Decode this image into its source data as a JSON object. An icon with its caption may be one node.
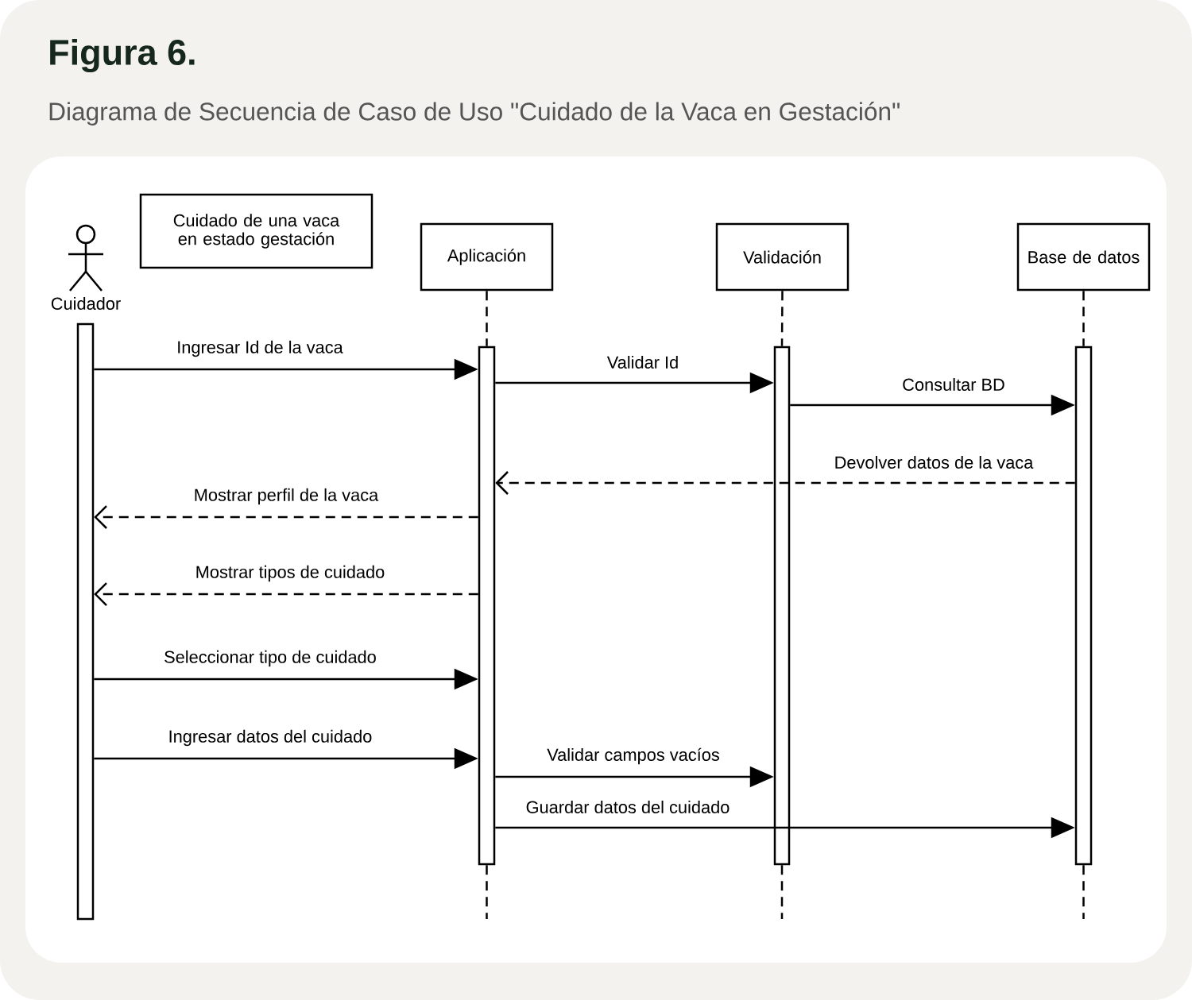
{
  "diagram": {
    "title": "Figura 6.",
    "caption": "Diagrama de Secuencia de Caso de Uso \"Cuidado de la Vaca en Gestación\"",
    "nodes": [
      {
        "text": [
          "Cuidado de una vaca en estado gestación"
        ]
      },
      {
        "text": [
          "Cuidador"
        ]
      },
      {
        "text": [
          "Aplicación"
        ]
      },
      {
        "text": [
          "Validación"
        ]
      },
      {
        "text": [
          "Base de datos"
        ]
      },
      {
        "text": [],
        "shape": "bar"
      },
      {
        "text": [],
        "shape": "bar"
      },
      {
        "text": [],
        "shape": "bar"
      },
      {
        "text": [],
        "shape": "bar"
      }
    ],
    "edges": [
      {
        "from": 2,
        "to": 6,
        "arrow": "none",
        "style": "dashed"
      },
      {
        "from": 3,
        "to": 7,
        "arrow": "none",
        "style": "dashed"
      },
      {
        "from": 4,
        "to": 8,
        "arrow": "none",
        "style": "dashed"
      },
      {
        "from": 6,
        "to": null,
        "arrow": "none",
        "style": "dashed"
      },
      {
        "from": 7,
        "to": null,
        "arrow": "none",
        "style": "dashed"
      },
      {
        "from": 8,
        "to": null,
        "arrow": "none",
        "style": "dashed"
      },
      {
        "from": 5,
        "to": 6,
        "arrow": "to",
        "label": "Ingresar Id de la vaca"
      },
      {
        "from": 6,
        "to": 7,
        "arrow": "to",
        "label": "Validar Id"
      },
      {
        "from": 7,
        "to": 8,
        "arrow": "to",
        "label": "Consultar BD"
      },
      {
        "from": 8,
        "to": 6,
        "arrow": "to",
        "label": "Devolver datos de la vaca",
        "style": "dashed"
      },
      {
        "from": 6,
        "to": 5,
        "arrow": "to",
        "label": "Mostrar perfil de la vaca",
        "style": "dashed"
      },
      {
        "from": 6,
        "to": 5,
        "arrow": "to",
        "label": "Mostrar tipos de cuidado",
        "style": "dashed"
      },
      {
        "from": 5,
        "to": 6,
        "arrow": "to",
        "label": "Seleccionar tipo de cuidado"
      },
      {
        "from": 5,
        "to": 6,
        "arrow": "to",
        "label": "Ingresar datos del cuidado"
      },
      {
        "from": 6,
        "to": 7,
        "arrow": "to",
        "label": "Validar campos vacíos"
      },
      {
        "from": 6,
        "to": 8,
        "arrow": "to",
        "label": "Guardar datos del cuidado"
      }
    ]
  }
}
